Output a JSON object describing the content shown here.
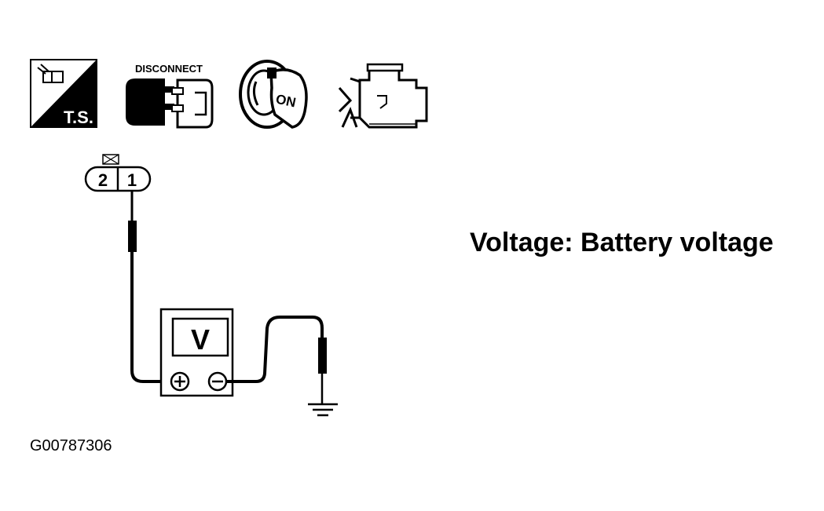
{
  "icons": {
    "ts_label": "T.S.",
    "disconnect_label": "DISCONNECT",
    "ignition_label": "ON"
  },
  "connector": {
    "pins": [
      "2",
      "1"
    ]
  },
  "meter": {
    "symbol": "V",
    "positive": "⊕",
    "negative": "⊖"
  },
  "caption": "Voltage: Battery voltage",
  "figure_id": "G00787306"
}
